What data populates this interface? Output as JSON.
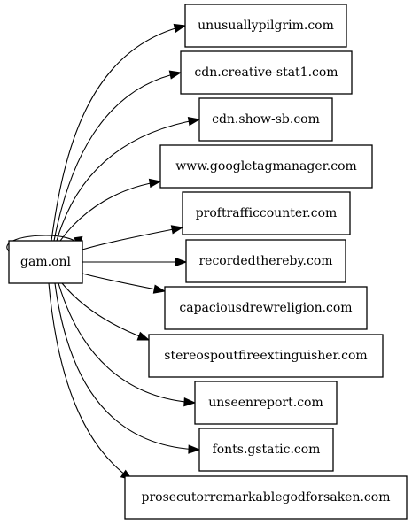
{
  "graph": {
    "source": {
      "id": "src",
      "label": "gam.onl"
    },
    "targets": [
      {
        "id": "t0",
        "label": "unusuallypilgrim.com"
      },
      {
        "id": "t1",
        "label": "cdn.creative-stat1.com"
      },
      {
        "id": "t2",
        "label": "cdn.show-sb.com"
      },
      {
        "id": "t3",
        "label": "www.googletagmanager.com"
      },
      {
        "id": "t4",
        "label": "proftrafficcounter.com"
      },
      {
        "id": "t5",
        "label": "recordedthereby.com"
      },
      {
        "id": "t6",
        "label": "capaciousdrewreligion.com"
      },
      {
        "id": "t7",
        "label": "stereospoutfireextinguisher.com"
      },
      {
        "id": "t8",
        "label": "unseenreport.com"
      },
      {
        "id": "t9",
        "label": "fonts.gstatic.com"
      },
      {
        "id": "t10",
        "label": "prosecutorremarkablegodforsaken.com"
      }
    ],
    "edges": [
      {
        "from": "src",
        "to": "src"
      },
      {
        "from": "src",
        "to": "t0"
      },
      {
        "from": "src",
        "to": "t1"
      },
      {
        "from": "src",
        "to": "t2"
      },
      {
        "from": "src",
        "to": "t3"
      },
      {
        "from": "src",
        "to": "t4"
      },
      {
        "from": "src",
        "to": "t5"
      },
      {
        "from": "src",
        "to": "t6"
      },
      {
        "from": "src",
        "to": "t7"
      },
      {
        "from": "src",
        "to": "t8"
      },
      {
        "from": "src",
        "to": "t9"
      },
      {
        "from": "src",
        "to": "t10"
      }
    ]
  }
}
